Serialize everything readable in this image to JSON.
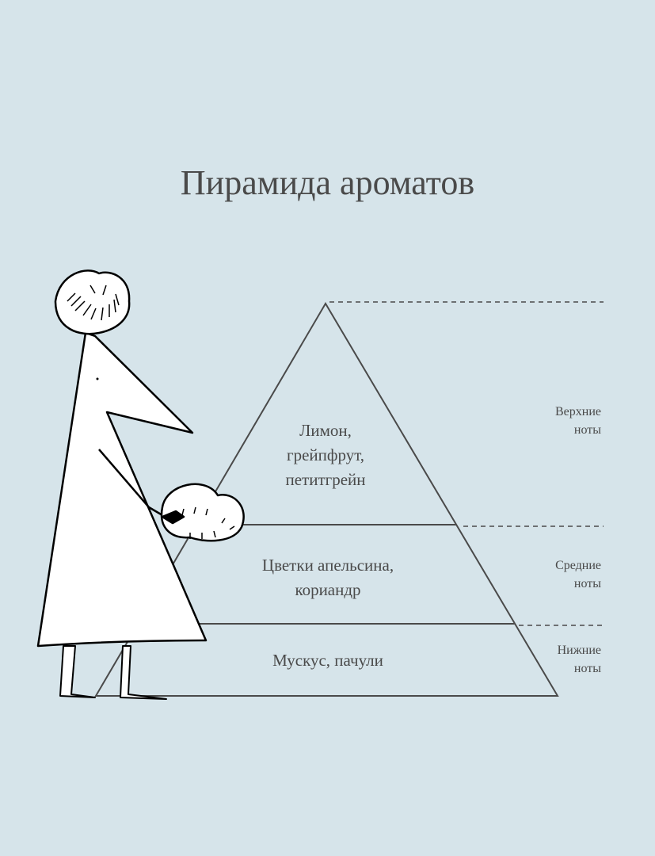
{
  "title": "Пирамида ароматов",
  "levels": [
    {
      "notes": "Лимон, грейпфрут, петитгрейн",
      "line1": "Лимон,",
      "line2": "грейпфрут,",
      "line3": "петитгрейн",
      "label1": "Верхние",
      "label2": "ноты"
    },
    {
      "notes": "Цветки апельсина, кориандр",
      "line1": "Цветки апельсина,",
      "line2": "кориандр",
      "label1": "Средние",
      "label2": "ноты"
    },
    {
      "notes": "Мускус, пачули",
      "line1": "Мускус, пачули",
      "label1": "Нижние",
      "label2": "ноты"
    }
  ],
  "colors": {
    "background": "#d6e4ea",
    "ink": "#4a4a4a"
  }
}
